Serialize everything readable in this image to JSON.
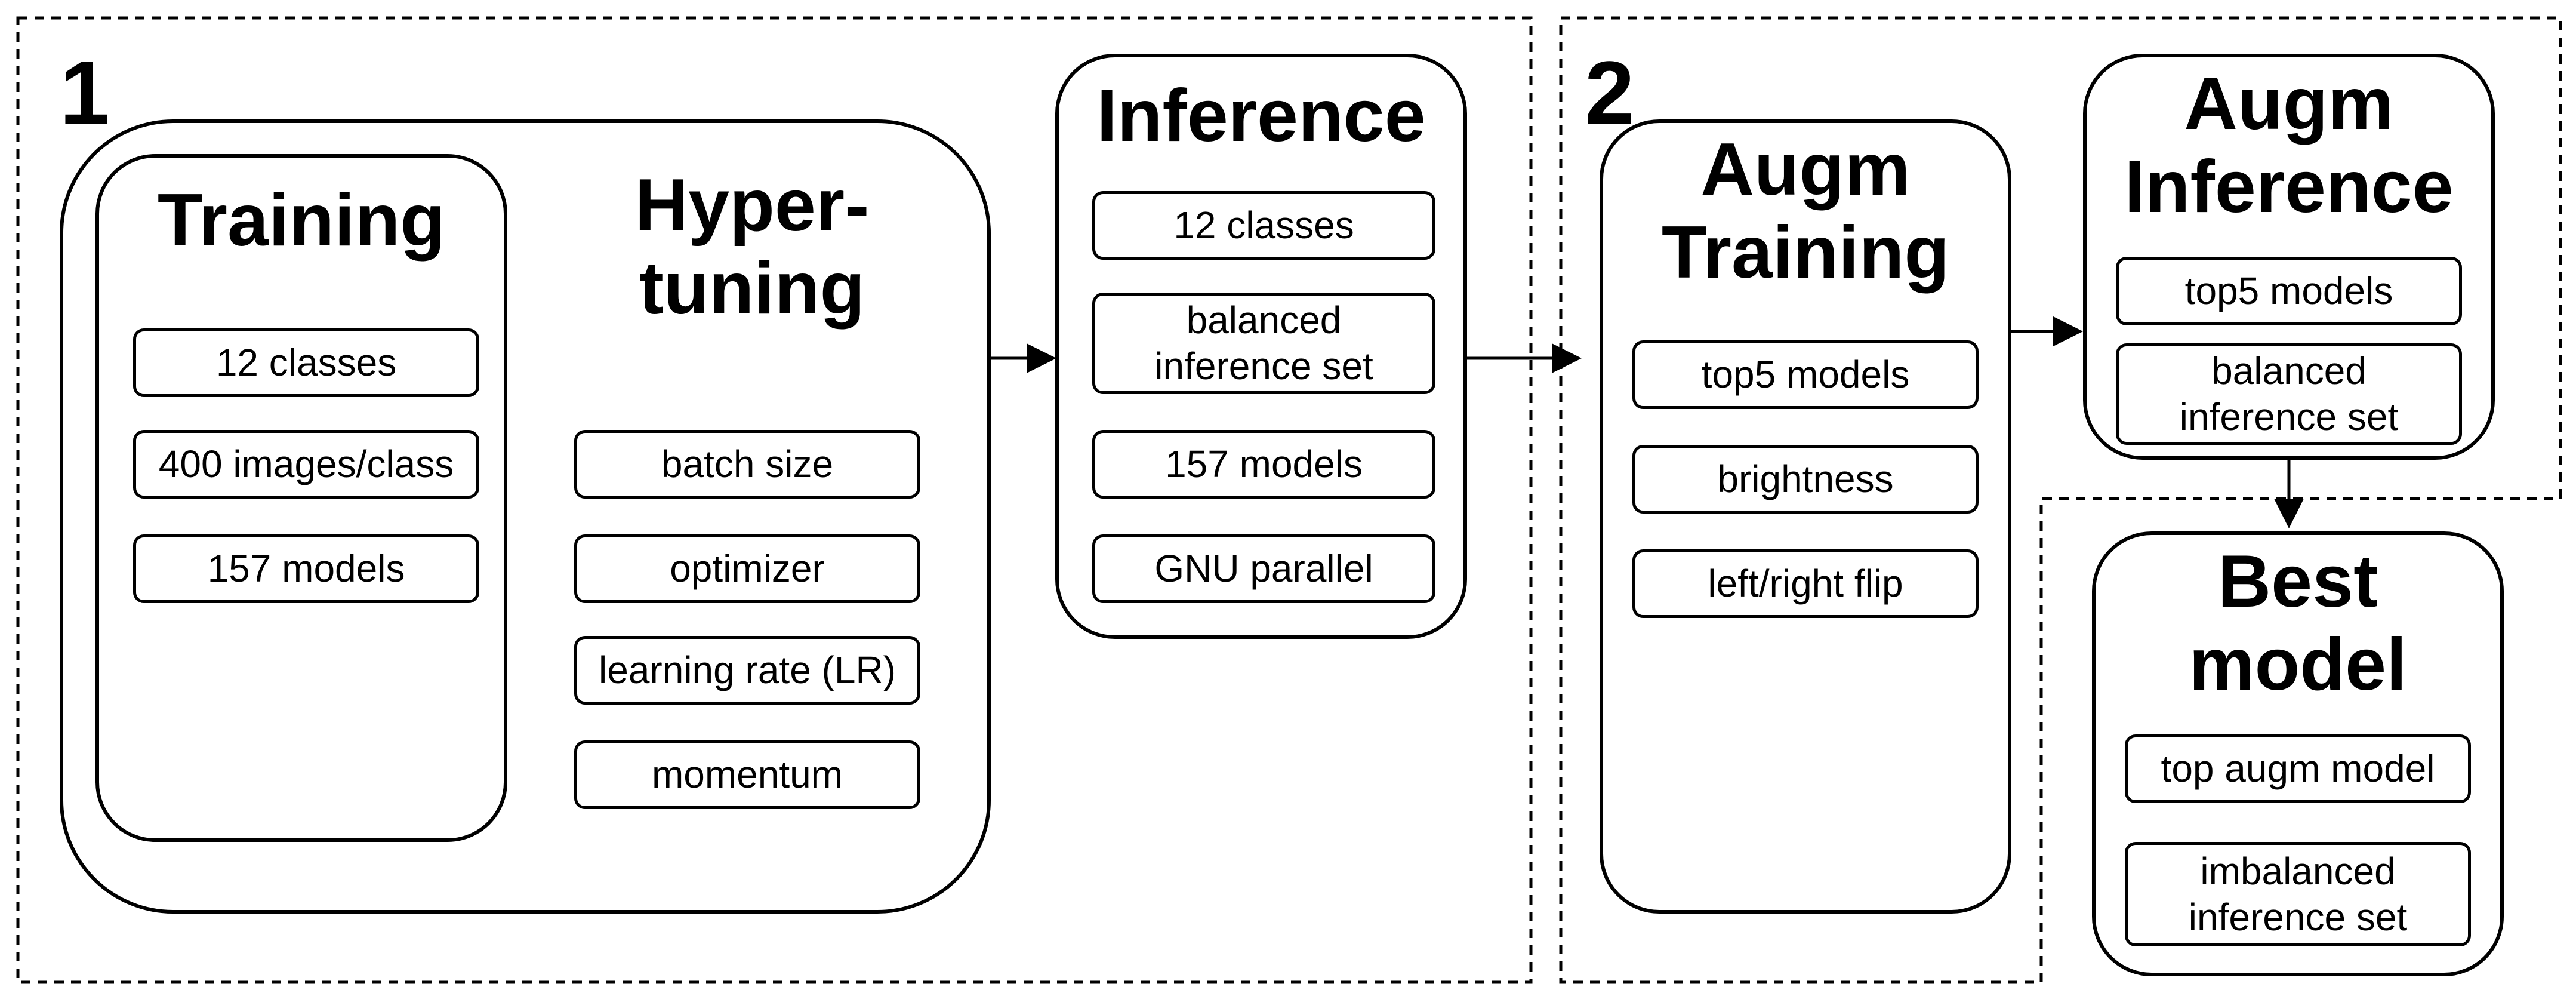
{
  "stage1": {
    "number": "1",
    "training": {
      "title": "Training",
      "items": [
        "12 classes",
        "400 images/class",
        "157 models"
      ]
    },
    "hypertuning": {
      "title": "Hyper-\ntuning",
      "items": [
        "batch size",
        "optimizer",
        "learning rate (LR)",
        "momentum"
      ]
    },
    "inference": {
      "title": "Inference",
      "items": [
        "12 classes",
        "balanced\ninference set",
        "157 models",
        "GNU parallel"
      ]
    }
  },
  "stage2": {
    "number": "2",
    "augm_training": {
      "title": "Augm\nTraining",
      "items": [
        "top5 models",
        "brightness",
        "left/right flip"
      ]
    },
    "augm_inference": {
      "title": "Augm\nInference",
      "items": [
        "top5 models",
        "balanced\ninference set"
      ]
    },
    "best_model": {
      "title": "Best\nmodel",
      "items": [
        "top augm model",
        "imbalanced\ninference set"
      ]
    }
  }
}
